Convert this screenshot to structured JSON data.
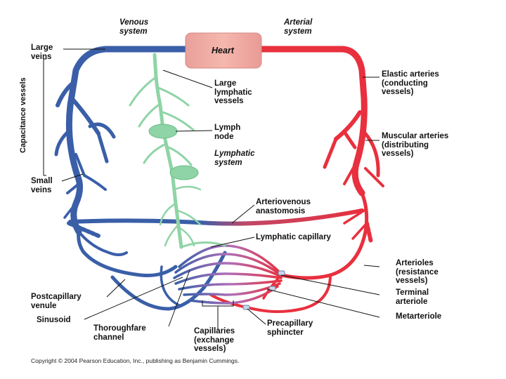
{
  "labels": {
    "venous_system": "Venous\nsystem",
    "arterial_system": "Arterial\nsystem",
    "heart": "Heart",
    "large_veins": "Large\nveins",
    "capacitance_vessels": "Capacitance vessels",
    "small_veins": "Small\nveins",
    "postcapillary_venule": "Postcapillary\nvenule",
    "sinusoid": "Sinusoid",
    "thoroughfare_channel": "Thoroughfare\nchannel",
    "capillaries": "Capillaries\n(exchange\nvessels)",
    "precapillary_sphincter": "Precapillary\nsphincter",
    "large_lymphatic_vessels": "Large\nlymphatic\nvessels",
    "lymph_node": "Lymph\nnode",
    "lymphatic_system": "Lymphatic\nsystem",
    "arteriovenous_anastomosis": "Arteriovenous\nanastomosis",
    "lymphatic_capillary": "Lymphatic capillary",
    "elastic_arteries": "Elastic arteries\n(conducting\nvessels)",
    "muscular_arteries": "Muscular arteries\n(distributing\nvessels)",
    "arterioles": "Arterioles\n(resistance\nvessels)",
    "terminal_arteriole": "Terminal\narteriole",
    "metarteriole": "Metarteriole"
  },
  "copyright": "Copyright © 2004 Pearson Education, Inc., publishing as Benjamin Cummings.",
  "colors": {
    "vein": "#3a5fa8",
    "artery": "#e8303e",
    "lymph": "#8fd4a6",
    "heart_fill": "#f0a8a0",
    "capillary_mix": "#b070b8"
  }
}
